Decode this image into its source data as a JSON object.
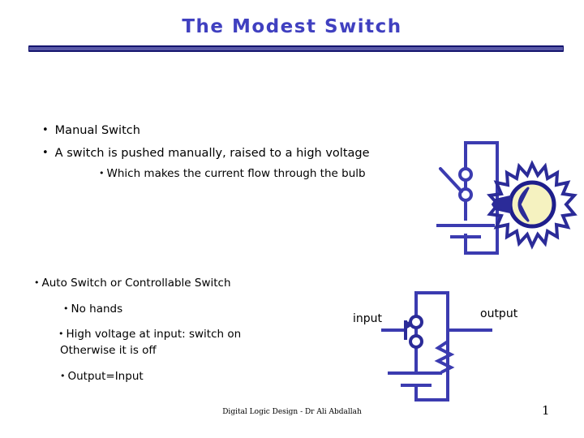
{
  "slide": {
    "title": "The Modest Switch",
    "accent_color": "#4040c0",
    "rule_color": "#14146e",
    "rule_inner_color": "#5a5aa8",
    "circuit_color": "#3b3bb0",
    "bulb_glass_color": "#f5f2c0",
    "background": "#ffffff"
  },
  "bullets": {
    "manual_switch": "Manual Switch",
    "pushed_manually": "A switch is pushed manually, raised to a high voltage",
    "current_flow": "Which makes the current flow through the bulb",
    "auto_switch": "Auto Switch or Controllable Switch",
    "no_hands": "No hands",
    "high_voltage": "High voltage at input: switch on",
    "otherwise_off": "Otherwise it is off",
    "output_equals_input": "Output=Input",
    "marker": "•"
  },
  "diagram_top": {
    "name": "manual-switch-circuit",
    "components": [
      "switch",
      "battery",
      "light-bulb",
      "wire-loop"
    ]
  },
  "diagram_bottom": {
    "name": "controllable-switch-circuit",
    "input_label": "input",
    "output_label": "output",
    "components": [
      "switch",
      "battery",
      "resistor",
      "wire-loop"
    ]
  },
  "footer": {
    "credit": "Digital Logic Design - Dr Ali Abdallah",
    "page_number": "1"
  }
}
